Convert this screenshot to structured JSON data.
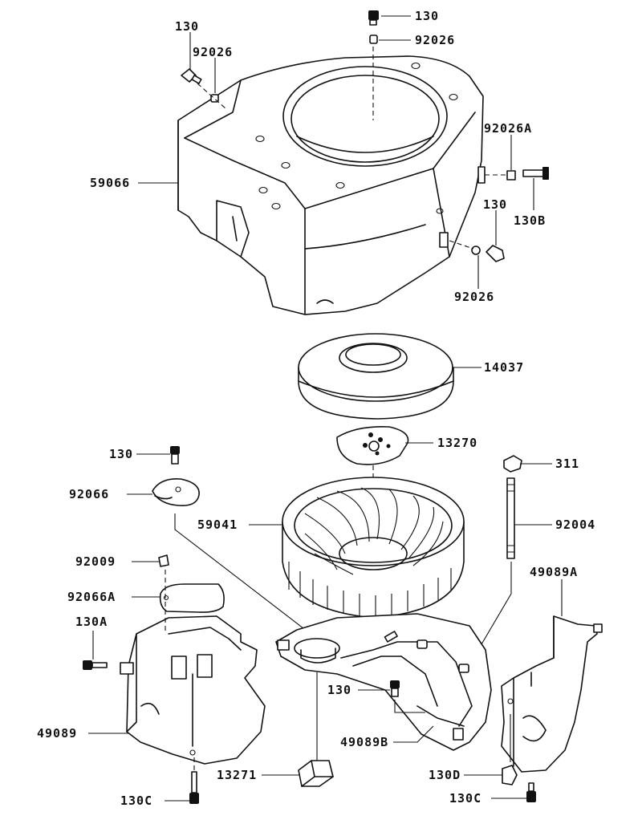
{
  "labels": {
    "top_bolt": "130",
    "top_collar": "92026",
    "left_bolt": "130",
    "left_collar": "92026",
    "housing": "59066",
    "right_collar_a": "92026A",
    "right_bolt_b": "130B",
    "right_bolt": "130",
    "right_collar": "92026",
    "screen": "14037",
    "plate": "13270",
    "fan_bolt": "130",
    "fan_washer": "92066",
    "fan": "59041",
    "stud_nut": "311",
    "stud": "92004",
    "right_cover": "49089A",
    "grommet": "92009",
    "gasket": "92066A",
    "left_cover_bolt": "130A",
    "left_cover": "49089",
    "baffle_bolt": "130",
    "baffle": "49089B",
    "bracket": "13271",
    "right_bottom_bolt_d": "130D",
    "bottom_bolt_c_left": "130C",
    "bottom_bolt_c_right": "130C"
  }
}
